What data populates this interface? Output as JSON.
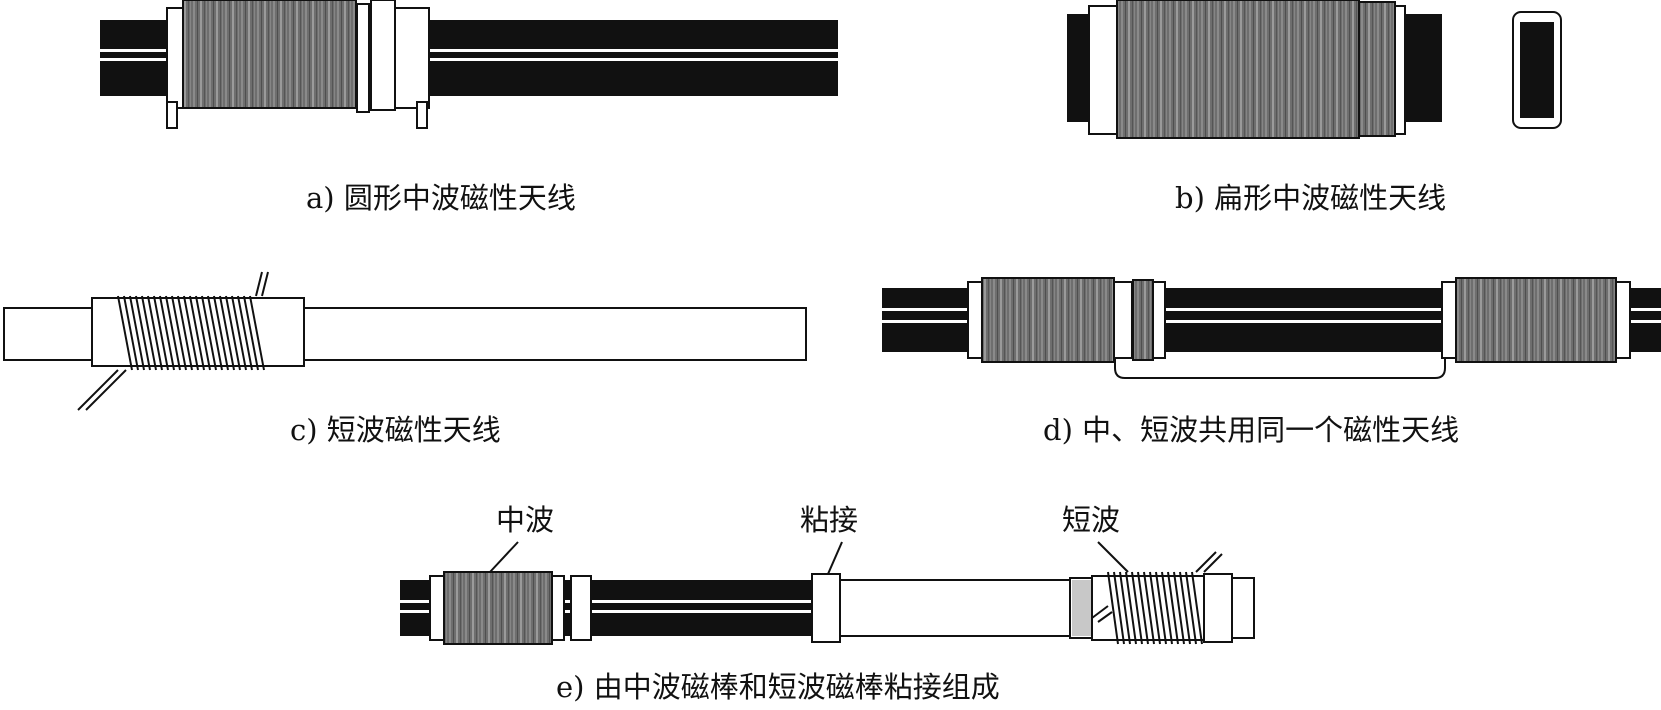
{
  "figures": [
    {
      "id": "a",
      "caption": "a) 圆形中波磁性天线"
    },
    {
      "id": "b",
      "caption": "b) 扁形中波磁性天线"
    },
    {
      "id": "c",
      "caption": "c) 短波磁性天线"
    },
    {
      "id": "d",
      "caption": "d) 中、短波共用同一个磁性天线"
    },
    {
      "id": "e",
      "caption": "e) 由中波磁棒和短波磁棒粘接组成",
      "labels": {
        "mw": "中波",
        "joint": "粘接",
        "sw": "短波"
      }
    }
  ],
  "colors": {
    "rod": "#111111",
    "coil": "#6f6f6f",
    "background": "#ffffff"
  }
}
